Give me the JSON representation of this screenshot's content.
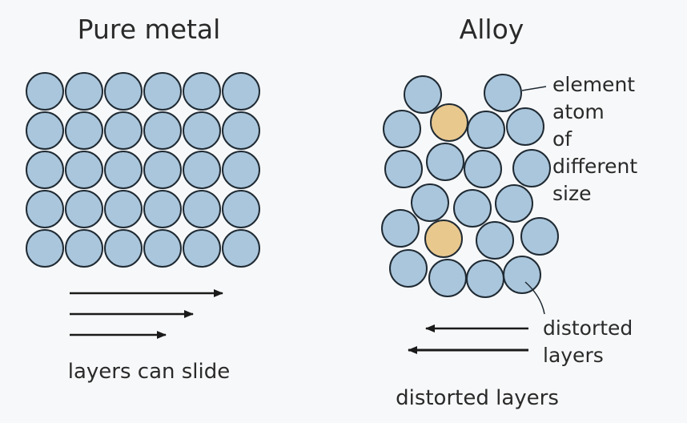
{
  "pure_metal": {
    "title": "Pure metal",
    "caption": "layers can slide"
  },
  "alloy": {
    "title": "Alloy",
    "annotation_element_lines": [
      "element",
      "atom",
      "of",
      "different",
      "size"
    ],
    "annotation_layers_lines": [
      "distorted",
      "layers"
    ],
    "caption": "distorted layers"
  },
  "colors": {
    "background": "#f7f8f9",
    "atom_fill": "#aac6dc",
    "foreign_atom_fill": "#e9c88e",
    "outline": "#1f2a33"
  },
  "icons": [
    "arrow-right-icon",
    "arrow-left-icon"
  ]
}
